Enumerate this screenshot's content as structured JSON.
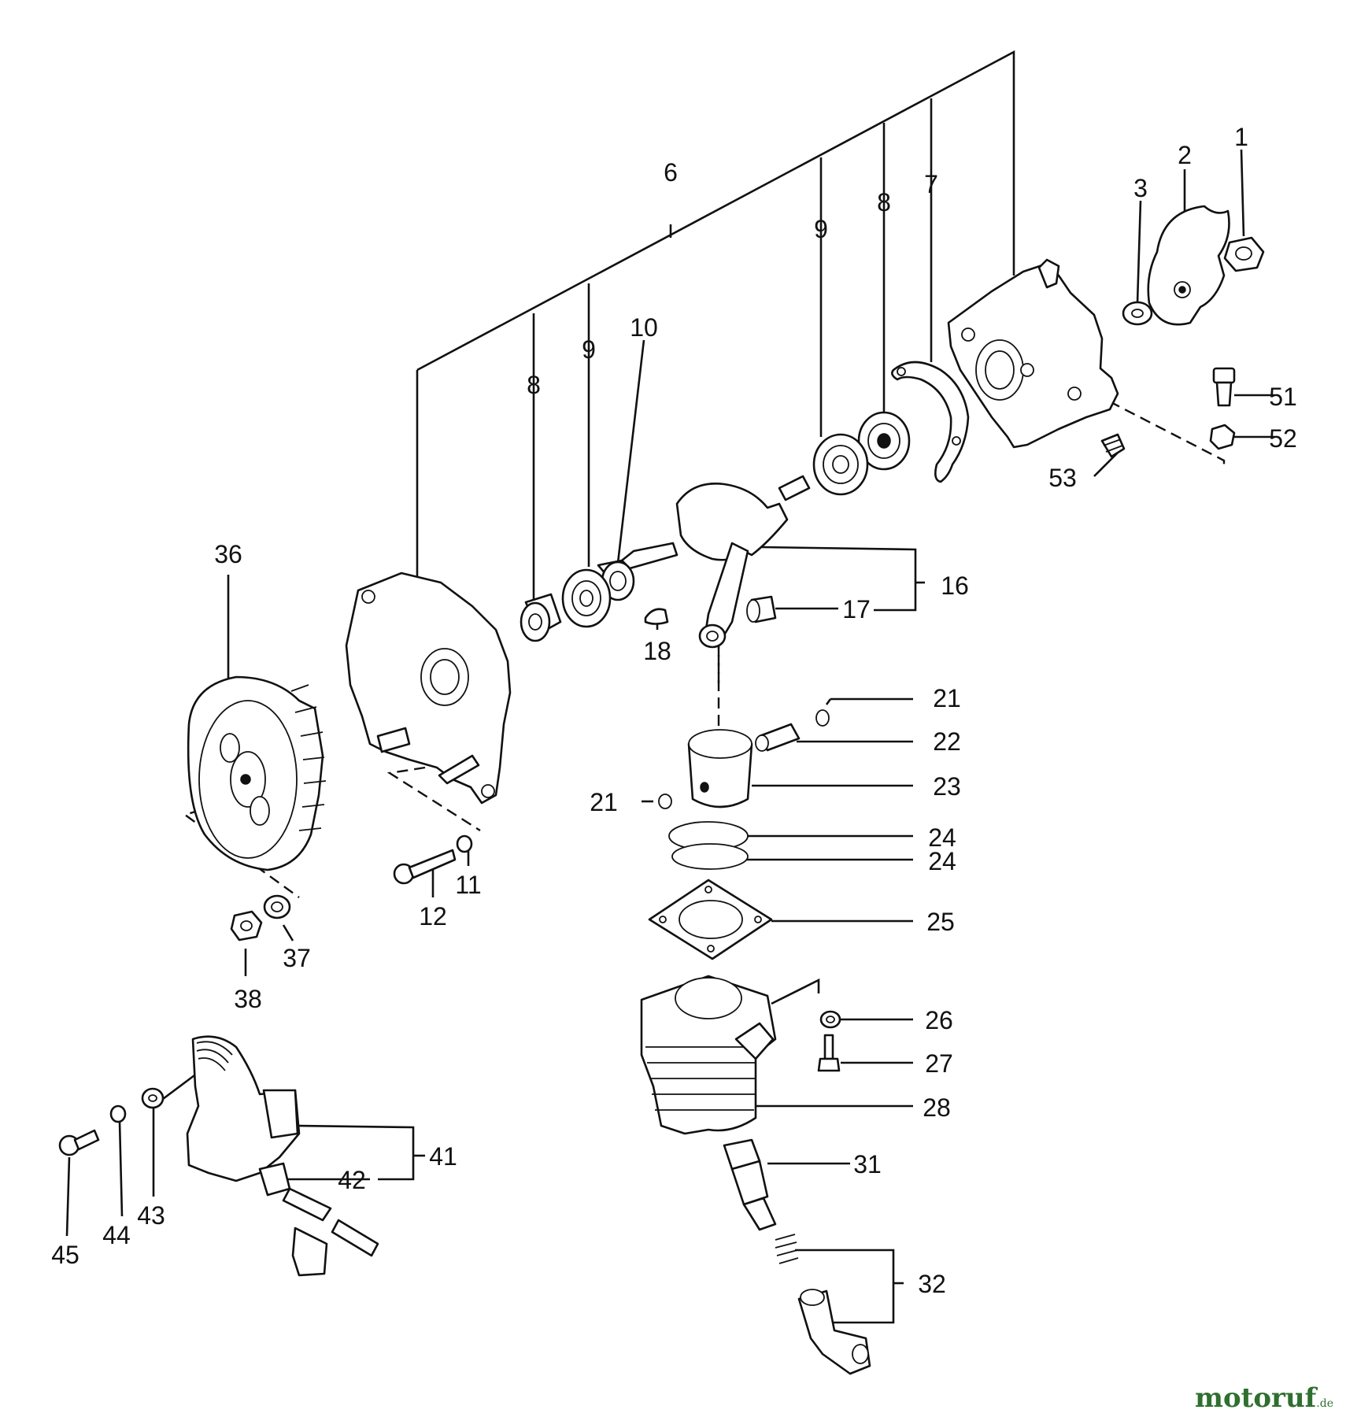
{
  "watermark": {
    "main": "motoruf",
    "suffix": ".de",
    "color": "#2f6f2f"
  },
  "parts": [
    {
      "id": "label-1",
      "text": "1"
    },
    {
      "id": "label-2",
      "text": "2"
    },
    {
      "id": "label-3",
      "text": "3"
    },
    {
      "id": "label-6",
      "text": "6"
    },
    {
      "id": "label-7",
      "text": "7"
    },
    {
      "id": "label-8-upper",
      "text": "8"
    },
    {
      "id": "label-8-lower",
      "text": "8"
    },
    {
      "id": "label-9-upper",
      "text": "9"
    },
    {
      "id": "label-9-lower",
      "text": "9"
    },
    {
      "id": "label-10",
      "text": "10"
    },
    {
      "id": "label-11",
      "text": "11"
    },
    {
      "id": "label-12",
      "text": "12"
    },
    {
      "id": "label-16",
      "text": "16"
    },
    {
      "id": "label-17",
      "text": "17"
    },
    {
      "id": "label-18",
      "text": "18"
    },
    {
      "id": "label-21-right",
      "text": "21"
    },
    {
      "id": "label-21-left",
      "text": "21"
    },
    {
      "id": "label-22",
      "text": "22"
    },
    {
      "id": "label-23",
      "text": "23"
    },
    {
      "id": "label-24-upper",
      "text": "24"
    },
    {
      "id": "label-24-lower",
      "text": "24"
    },
    {
      "id": "label-25",
      "text": "25"
    },
    {
      "id": "label-26",
      "text": "26"
    },
    {
      "id": "label-27",
      "text": "27"
    },
    {
      "id": "label-28",
      "text": "28"
    },
    {
      "id": "label-31",
      "text": "31"
    },
    {
      "id": "label-32",
      "text": "32"
    },
    {
      "id": "label-36",
      "text": "36"
    },
    {
      "id": "label-37",
      "text": "37"
    },
    {
      "id": "label-38",
      "text": "38"
    },
    {
      "id": "label-41",
      "text": "41"
    },
    {
      "id": "label-42",
      "text": "42"
    },
    {
      "id": "label-43",
      "text": "43"
    },
    {
      "id": "label-44",
      "text": "44"
    },
    {
      "id": "label-45",
      "text": "45"
    },
    {
      "id": "label-51",
      "text": "51"
    },
    {
      "id": "label-52",
      "text": "52"
    },
    {
      "id": "label-53",
      "text": "53"
    }
  ]
}
